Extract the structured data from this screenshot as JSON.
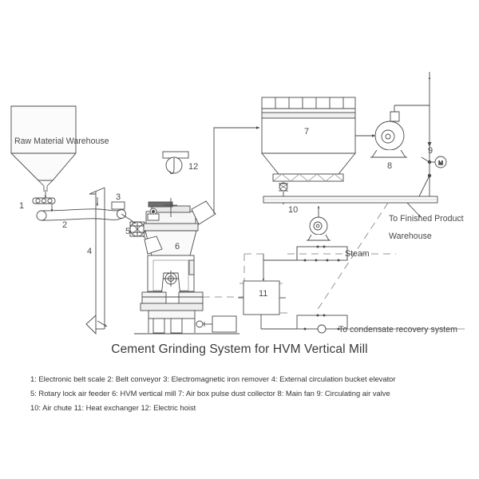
{
  "diagram": {
    "title": "Cement Grinding System for HVM Vertical Mill",
    "labels": {
      "warehouse": "Raw Material Warehouse",
      "steam": "Steam",
      "finished_product_line1": "To Finished Product",
      "finished_product_line2": "Warehouse",
      "condensate": "To condensate recovery system"
    },
    "callouts": [
      {
        "id": "1",
        "name": "electronic-belt-scale"
      },
      {
        "id": "2",
        "name": "belt-conveyor"
      },
      {
        "id": "3",
        "name": "electromagnetic-iron-remover"
      },
      {
        "id": "4",
        "name": "external-circulation-bucket-elevator"
      },
      {
        "id": "5",
        "name": "rotary-lock-air-feeder"
      },
      {
        "id": "6",
        "name": "hvm-vertical-mill"
      },
      {
        "id": "7",
        "name": "air-box-pulse-dust-collector"
      },
      {
        "id": "8",
        "name": "main-fan"
      },
      {
        "id": "9",
        "name": "circulating-air-valve"
      },
      {
        "id": "10",
        "name": "air-chute"
      },
      {
        "id": "11",
        "name": "heat-exchanger"
      },
      {
        "id": "12",
        "name": "electric-hoist"
      }
    ],
    "valve_actuator_symbol": "M"
  },
  "legend": {
    "lines": [
      "1: Electronic belt scale  2: Belt conveyor  3: Electromagnetic iron remover  4: External circulation bucket elevator",
      "5: Rotary lock air feeder  6: HVM vertical mill  7: Air box pulse dust collector  8: Main fan  9: Circulating air valve",
      "10: Air chute  11: Heat exchanger  12: Electric hoist"
    ],
    "items": [
      {
        "num": "1",
        "text": "Electronic belt scale"
      },
      {
        "num": "2",
        "text": "Belt conveyor"
      },
      {
        "num": "3",
        "text": "Electromagnetic iron remover"
      },
      {
        "num": "4",
        "text": "External circulation bucket elevator"
      },
      {
        "num": "5",
        "text": "Rotary lock air feeder"
      },
      {
        "num": "6",
        "text": "HVM vertical mill"
      },
      {
        "num": "7",
        "text": "Air box pulse dust collector"
      },
      {
        "num": "8",
        "text": "Main fan"
      },
      {
        "num": "9",
        "text": "Circulating air valve"
      },
      {
        "num": "10",
        "text": "Air chute"
      },
      {
        "num": "11",
        "text": "Heat exchanger"
      },
      {
        "num": "12",
        "text": "Electric hoist"
      }
    ]
  },
  "colors": {
    "background": "#ffffff",
    "line": "#4a4a4a",
    "line_light": "#8a8a8a",
    "fill_light": "#f2f2f2",
    "text": "#3a3a3a",
    "text_dark": "#2b2b2b"
  }
}
